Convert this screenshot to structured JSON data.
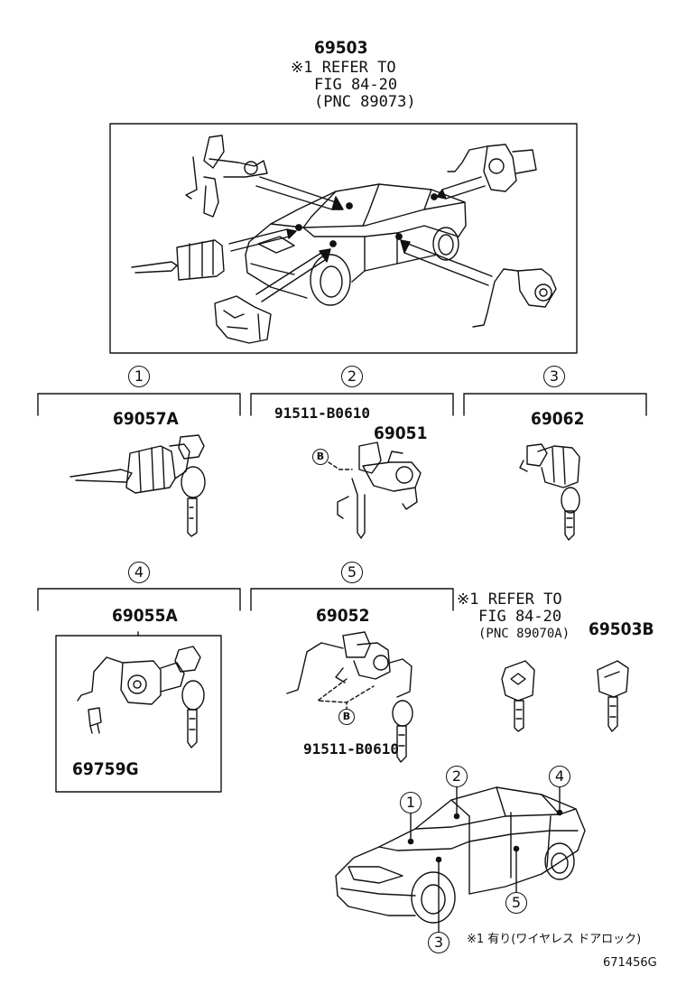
{
  "top": {
    "part_number": "69503",
    "ref_line1": "※1 REFER TO",
    "ref_line2": "FIG 84-20",
    "ref_line3": "(PNC 89073)"
  },
  "groups": [
    {
      "index": "1",
      "part_number": "69057A"
    },
    {
      "index": "2",
      "part_number": "69051",
      "bolt_part": "91511-B0610",
      "bolt_marker": "B"
    },
    {
      "index": "3",
      "part_number": "69062"
    },
    {
      "index": "4",
      "part_number": "69055A",
      "sub_part": "69759G"
    },
    {
      "index": "5",
      "part_number": "69052",
      "bolt_part": "91511-B0610",
      "bolt_marker": "B"
    }
  ],
  "key_ref": {
    "line1": "※1 REFER TO",
    "line2": "FIG 84-20",
    "line3": "(PNC 89070A)",
    "part_number": "69503B"
  },
  "car_callouts": [
    "1",
    "2",
    "4",
    "3",
    "5"
  ],
  "footnote": "※1 有り(ワイヤレス ドアロック)",
  "figure_id": "671456G"
}
